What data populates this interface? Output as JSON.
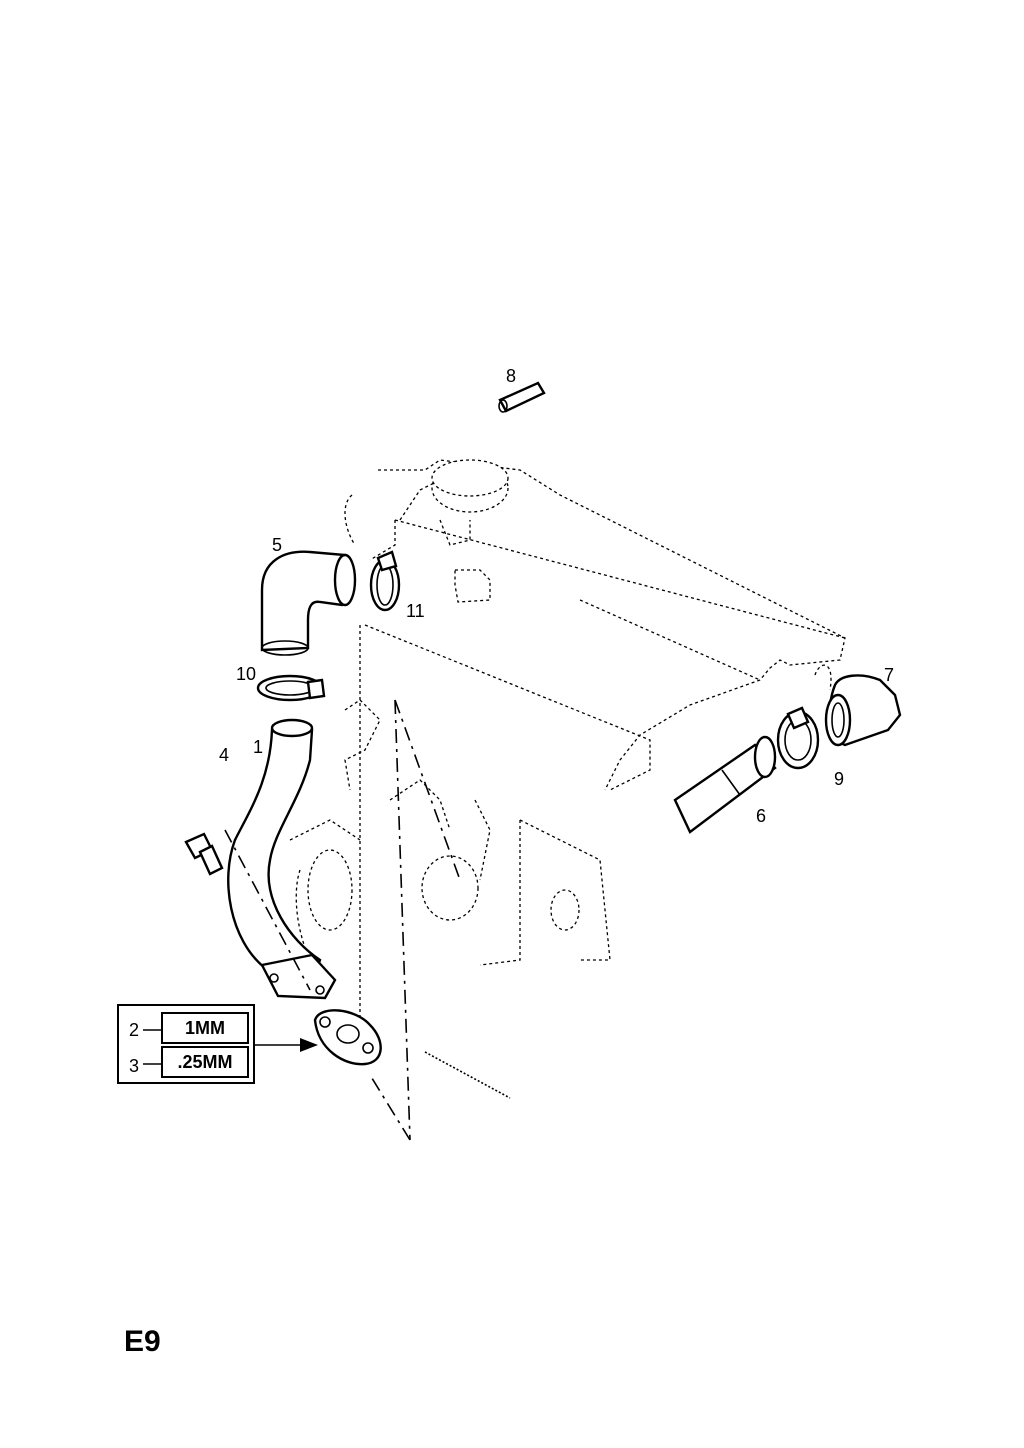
{
  "callouts": {
    "c1": "1",
    "c4": "4",
    "c5": "5",
    "c6": "6",
    "c7": "7",
    "c8": "8",
    "c9": "9",
    "c10": "10",
    "c11": "11"
  },
  "gasket_table": {
    "rows": [
      {
        "ref": "2",
        "size": "1MM"
      },
      {
        "ref": "3",
        "size": ".25MM"
      }
    ]
  },
  "page_code": "E9"
}
